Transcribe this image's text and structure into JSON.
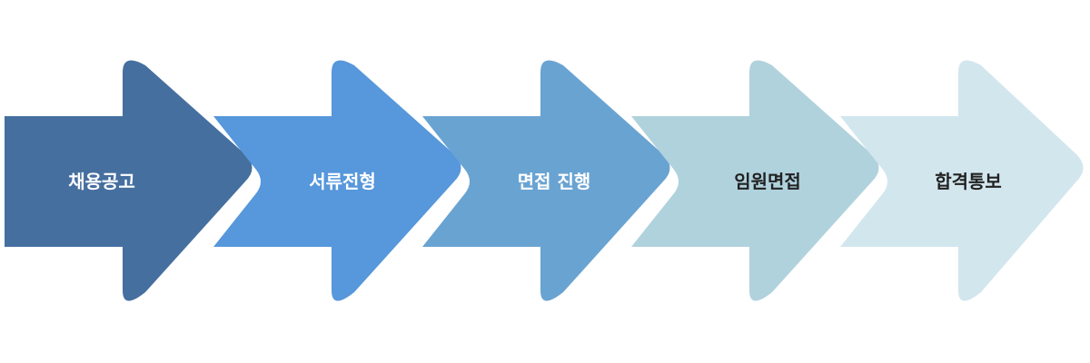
{
  "steps": [
    {
      "label": "채용공고",
      "color": "#456f9f",
      "text_color": "#ffffff"
    },
    {
      "label": "서류전형",
      "color": "#5797db",
      "text_color": "#ffffff"
    },
    {
      "label": "면접 진행",
      "color": "#69a3d2",
      "text_color": "#ffffff"
    },
    {
      "label": "임원면접",
      "color": "#b0d2dd",
      "text_color": "#222222"
    },
    {
      "label": "합격통보",
      "color": "#d2e6ee",
      "text_color": "#222222"
    }
  ]
}
